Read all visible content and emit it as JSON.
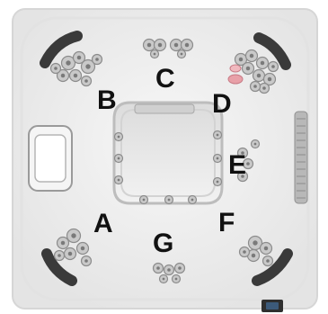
{
  "seat_labels": [
    "A",
    "B",
    "C",
    "D",
    "E",
    "F",
    "G"
  ],
  "colors": {
    "shell": "#ebebeb",
    "shell_edge": "#d9d9d9",
    "headrest": "#3a3a3a",
    "jet_ring": "#8c8c8c",
    "jet_face": "#c9c9c9",
    "accent_red": "#e8a0a8",
    "label": "#111111",
    "panel_screen": "#3c5a7a"
  },
  "icons": [
    "headrest-pillow",
    "jet-nozzle",
    "control-panel",
    "filter-grille",
    "skimmer-door"
  ]
}
